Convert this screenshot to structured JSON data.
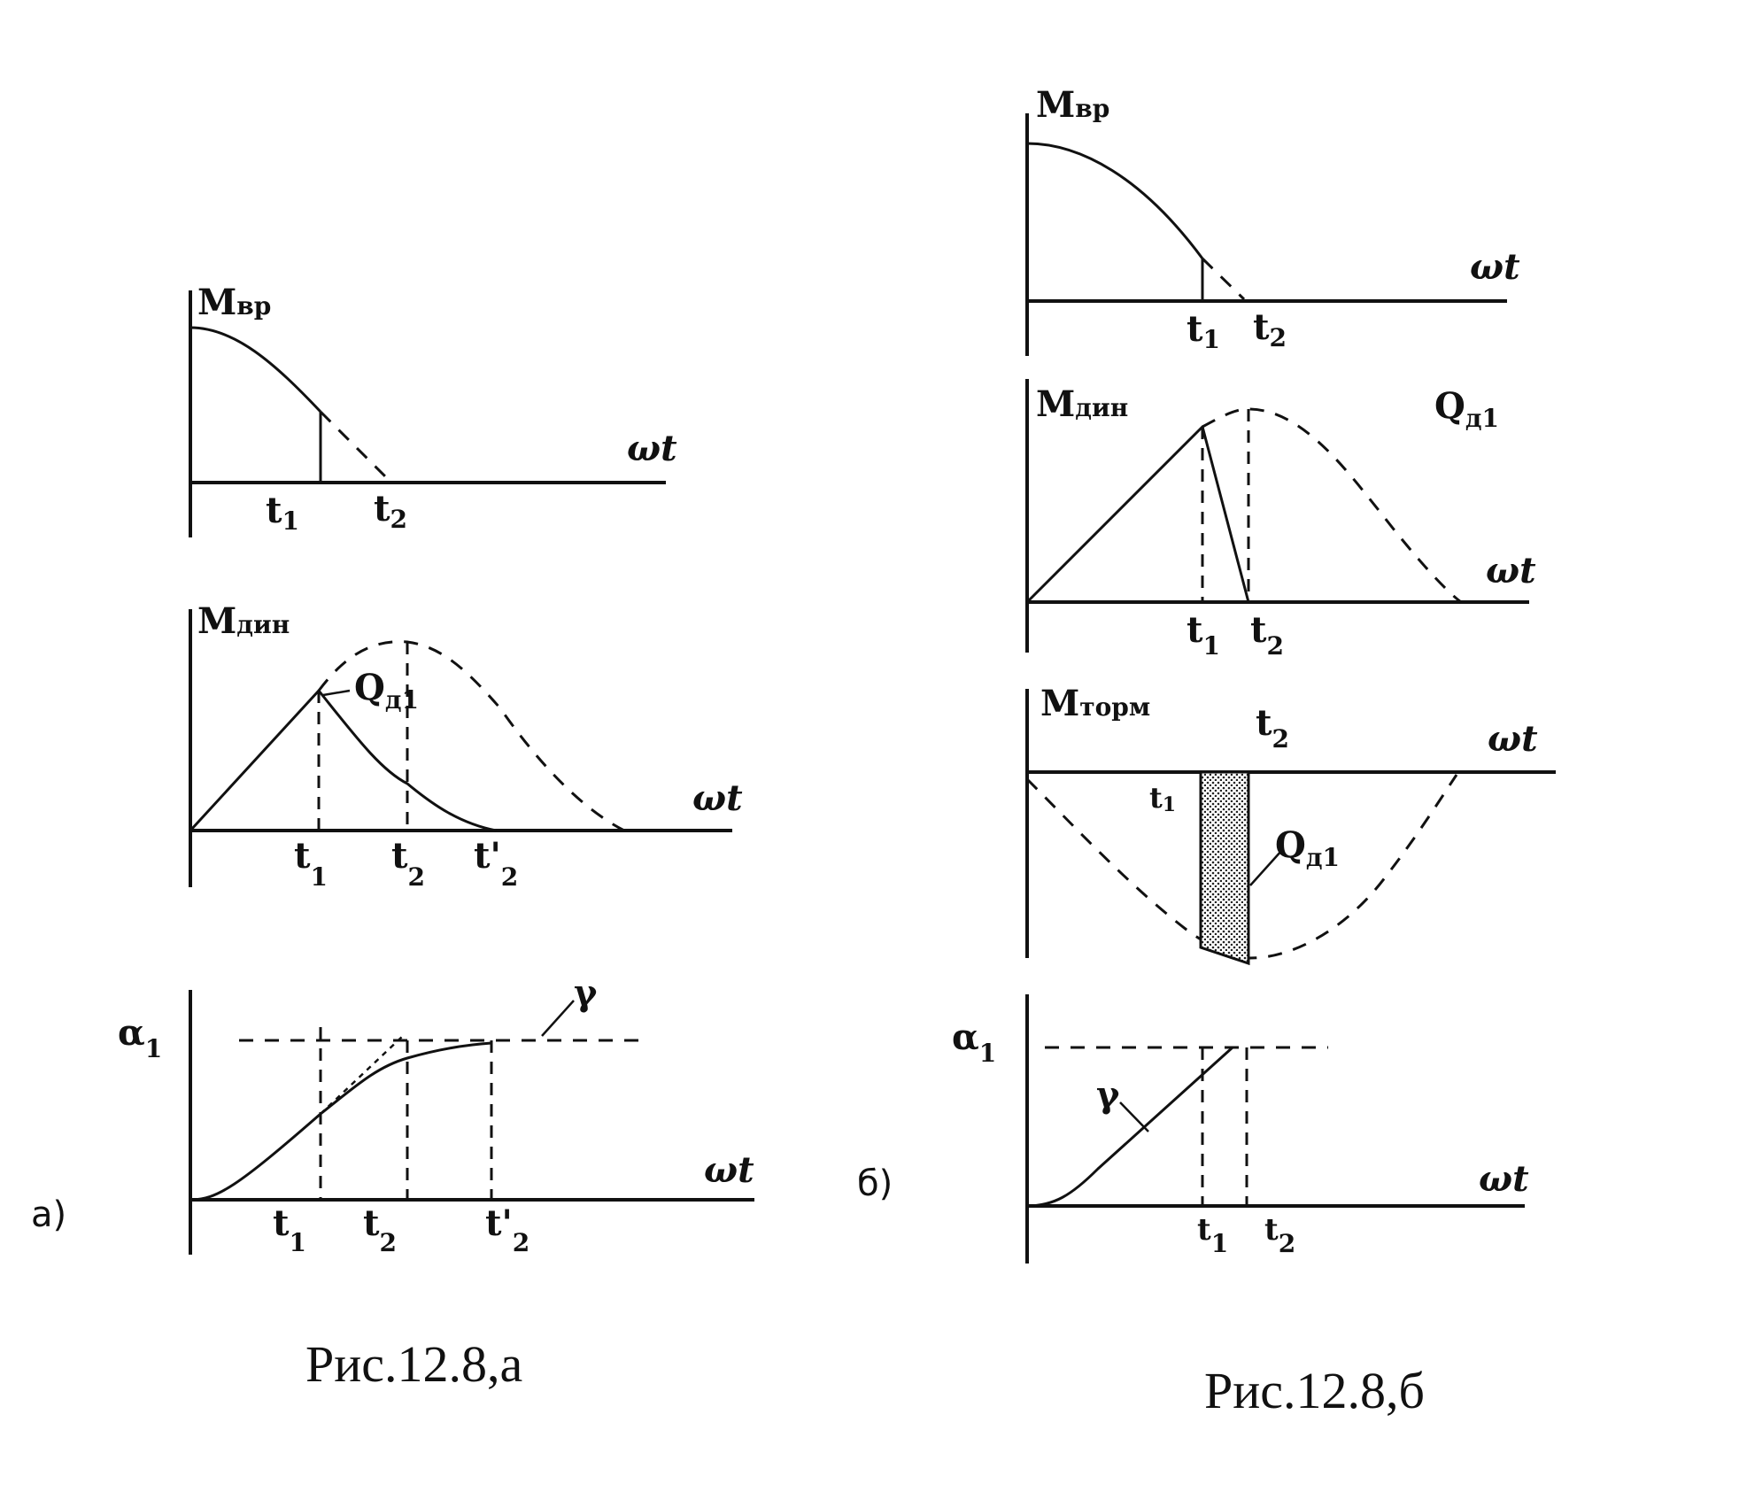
{
  "figure_a": {
    "panel_label": "а)",
    "caption": "Рис.12.8,а",
    "plot1": {
      "m": "M",
      "m_sub": "вр",
      "x_label": "ωt",
      "t1": "t",
      "t1_sub": "1",
      "t2": "t",
      "t2_sub": "2"
    },
    "plot2": {
      "m": "M",
      "m_sub": "дин",
      "q": "Q",
      "q_sub": "д1",
      "x_label": "ωt",
      "t1": "t",
      "t1_sub": "1",
      "t2": "t",
      "t2_sub": "2",
      "t2p": "t'",
      "t2p_sub": "2"
    },
    "plot3": {
      "alpha": "α",
      "alpha_sub": "1",
      "gamma": "γ",
      "x_label": "ωt",
      "t1": "t",
      "t1_sub": "1",
      "t2": "t",
      "t2_sub": "2",
      "t2p": "t'",
      "t2p_sub": "2"
    }
  },
  "figure_b": {
    "panel_label": "б)",
    "caption": "Рис.12.8,б",
    "plot1": {
      "m": "M",
      "m_sub": "вр",
      "x_label": "ωt",
      "t1": "t",
      "t1_sub": "1",
      "t2": "t",
      "t2_sub": "2"
    },
    "plot2": {
      "m": "M",
      "m_sub": "дин",
      "q": "Q",
      "q_sub": "д1",
      "x_label": "ωt",
      "t1": "t",
      "t1_sub": "1",
      "t2": "t",
      "t2_sub": "2"
    },
    "plot3": {
      "m": "M",
      "m_sub": "торм",
      "q": "Q",
      "q_sub": "д1",
      "x_label": "ωt",
      "t1": "t",
      "t1_sub": "1",
      "t2": "t",
      "t2_sub": "2"
    },
    "plot4": {
      "alpha": "α",
      "alpha_sub": "1",
      "gamma": "γ",
      "x_label": "ωt",
      "t1": "t",
      "t1_sub": "1",
      "t2": "t",
      "t2_sub": "2"
    }
  }
}
